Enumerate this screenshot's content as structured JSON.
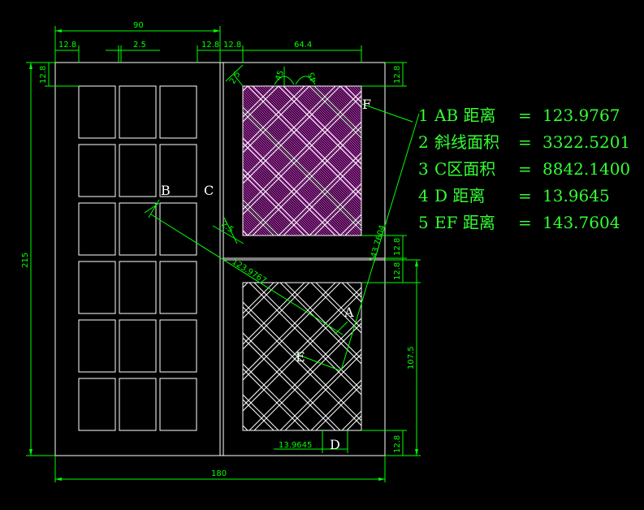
{
  "colors": {
    "background": "#000000",
    "outline": "#ffffff",
    "dimension": "#00ff00",
    "result_text": "#33ff33",
    "hatch_upper": "#cc33cc",
    "point_label": "#ffffff"
  },
  "dimensions": {
    "top_total": "90",
    "left_margin": "12.8",
    "grid_gap": "2.5",
    "right_margin_a": "12.8",
    "right_margin_b": "12.8",
    "panel_width": "64.4",
    "top_height": "12.8",
    "top_height_right": "12.8",
    "angle_gap": "2.5",
    "angle_a": "45",
    "angle_b": "45",
    "total_height": "215",
    "diag_gap": "2.5",
    "ab_label": "123.9767",
    "ef_label": "143.7604",
    "mid_a": "12.8",
    "mid_b": "12.8",
    "lower_height": "107.5",
    "bottom_height": "12.8",
    "d_label": "13.9645",
    "bottom_total": "180"
  },
  "points": {
    "A": "A",
    "B": "B",
    "C": "C",
    "D": "D",
    "E": "E",
    "F": "F"
  },
  "results": [
    {
      "index": "1",
      "name": "AB 距离",
      "eq": "=",
      "value": "123.9767"
    },
    {
      "index": "2",
      "name": "斜线面积",
      "eq": "=",
      "value": "3322.5201"
    },
    {
      "index": "3",
      "name": "C区面积",
      "eq": "=",
      "value": "8842.1400"
    },
    {
      "index": "4",
      "name": "D 距离",
      "eq": "=",
      "value": "13.9645"
    },
    {
      "index": "5",
      "name": "EF 距离",
      "eq": "=",
      "value": "143.7604"
    }
  ]
}
